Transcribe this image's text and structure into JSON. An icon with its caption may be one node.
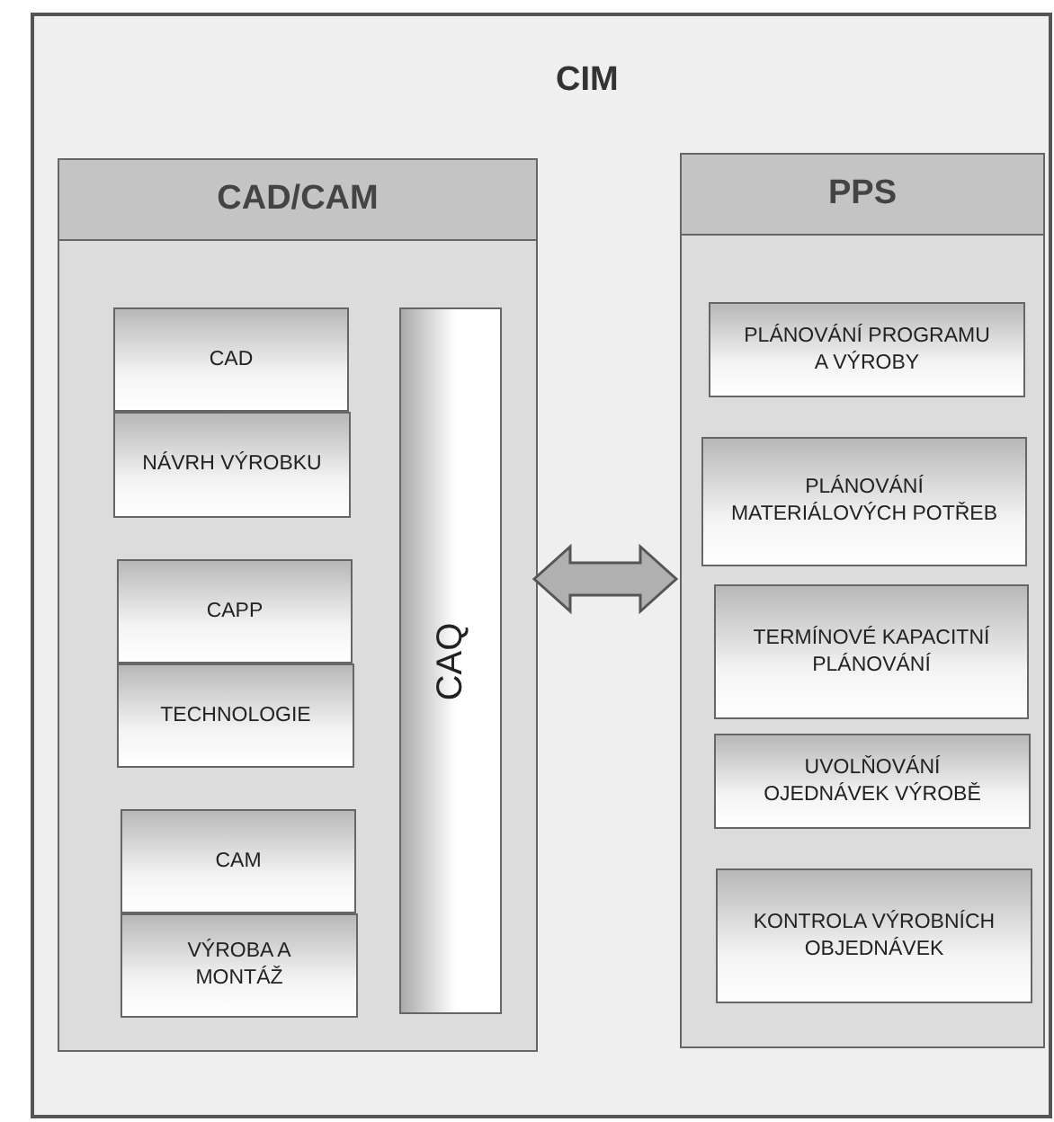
{
  "diagram": {
    "nodes": [
      {
        "text": [
          "CIM"
        ]
      },
      {
        "text": [
          "CAD/CAM"
        ],
        "in": 0
      },
      {
        "text": [
          "CAD"
        ],
        "in": 1
      },
      {
        "text": [
          "NÁVRH VÝROBKU"
        ],
        "in": 1
      },
      {
        "text": [
          "CAPP"
        ],
        "in": 1
      },
      {
        "text": [
          "TECHNOLOGIE"
        ],
        "in": 1
      },
      {
        "text": [
          "CAM"
        ],
        "in": 1
      },
      {
        "text": [
          "VÝROBA A MONTÁŽ"
        ],
        "in": 1
      },
      {
        "text": [
          "CAQ"
        ],
        "in": 1
      },
      {
        "text": [
          "PPS"
        ],
        "in": 0
      },
      {
        "text": [
          "PLÁNOVÁNÍ PROGRAMU A VÝROBY"
        ],
        "in": 9
      },
      {
        "text": [
          "PLÁNOVÁNÍ MATERIÁLOVÝCH POTŘEB"
        ],
        "in": 9
      },
      {
        "text": [
          "TERMÍNOVÉ KAPACITNÍ PLÁNOVÁNÍ"
        ],
        "in": 9
      },
      {
        "text": [
          "UVOLŇOVÁNÍ OJEDNÁVEK VÝROBĚ"
        ],
        "in": 9
      },
      {
        "text": [
          "KONTROLA VÝROBNÍCH OBJEDNÁVEK"
        ],
        "in": 9
      }
    ],
    "edges": [
      {
        "from": 1,
        "to": 9,
        "arrow": "both",
        "style": "thick"
      }
    ]
  }
}
